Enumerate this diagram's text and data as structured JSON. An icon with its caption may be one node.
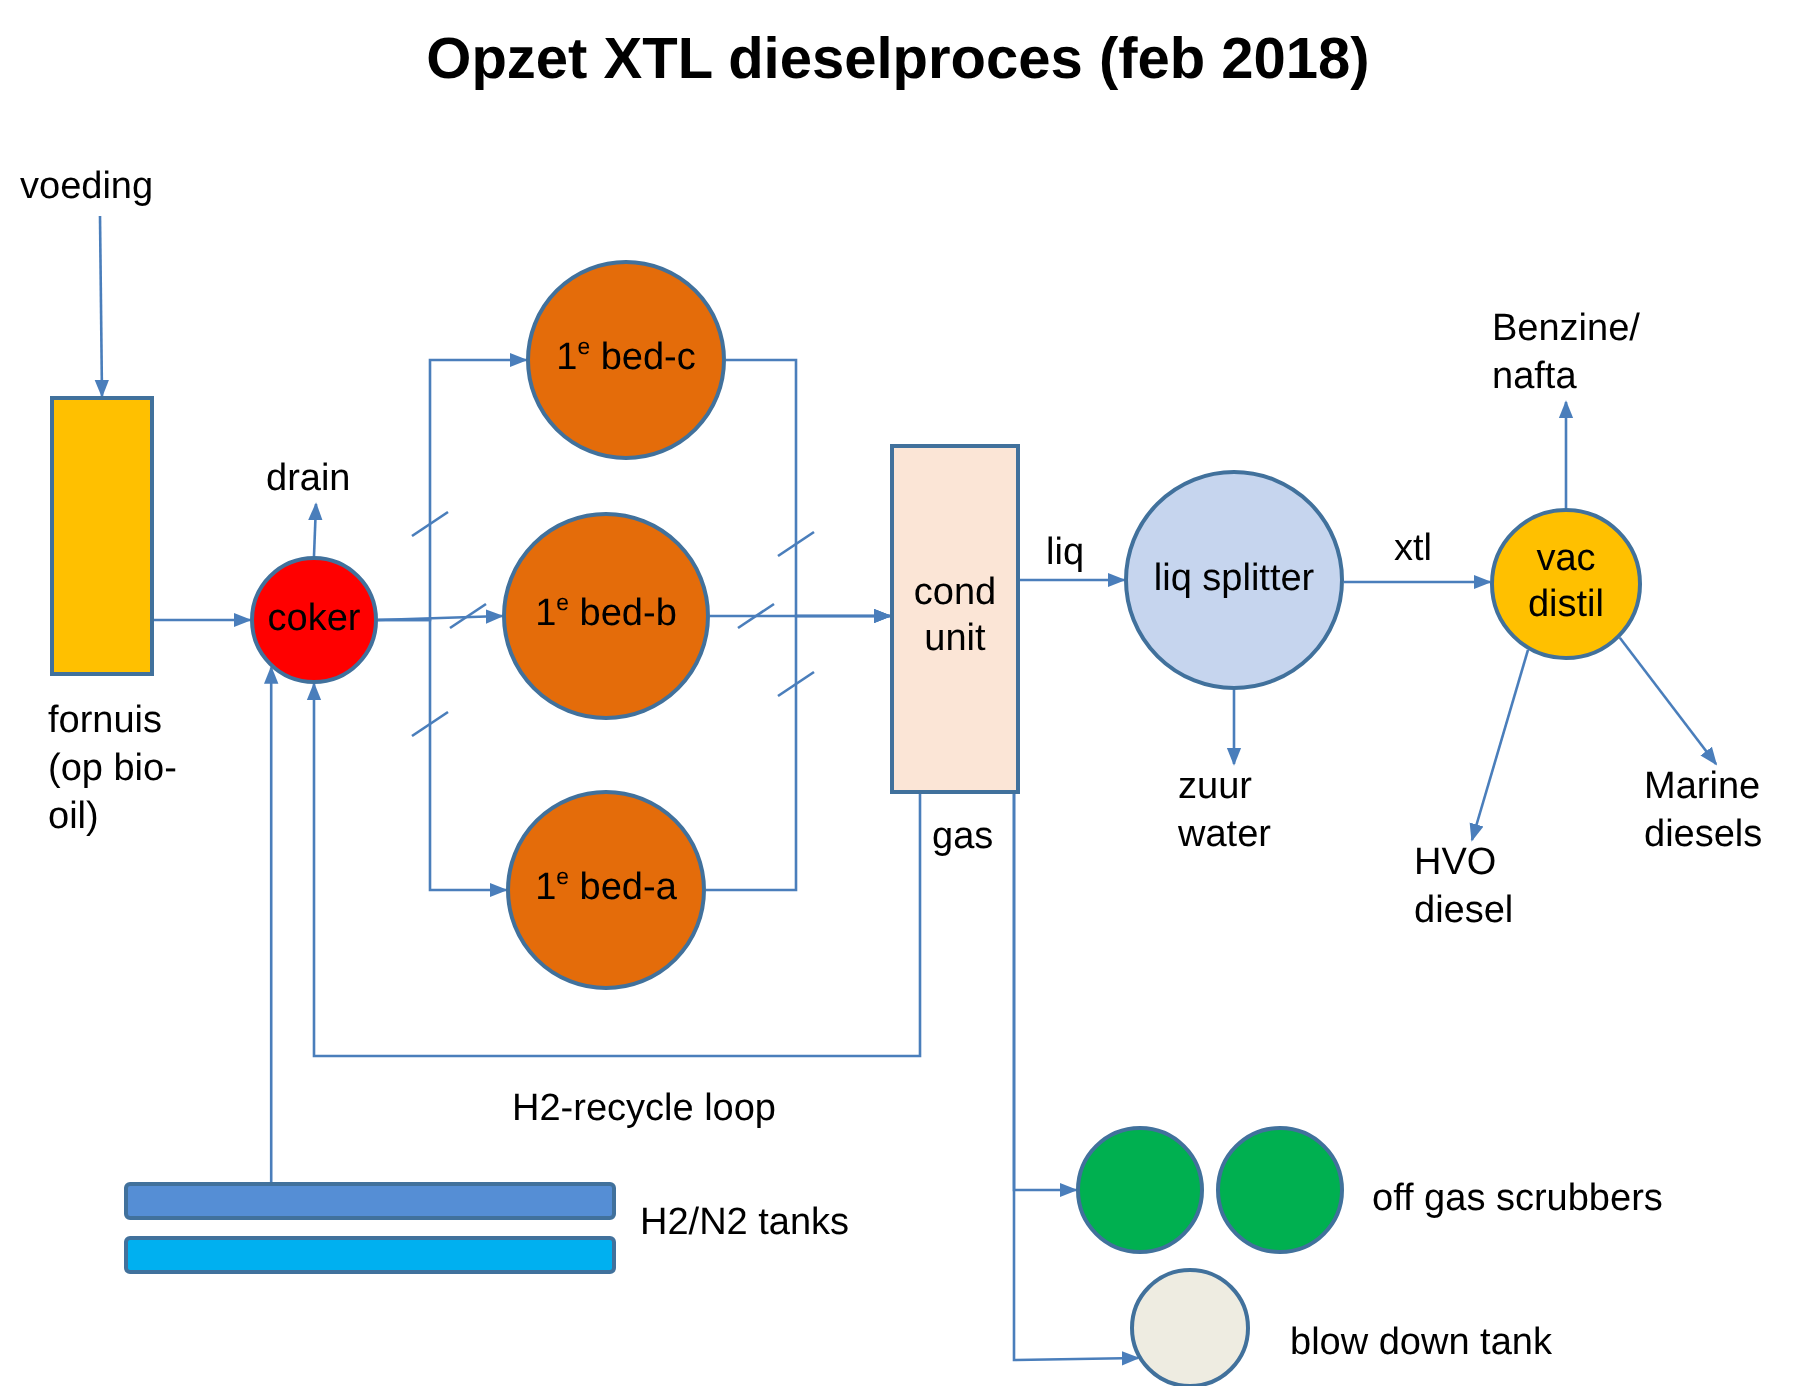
{
  "diagram": {
    "title": "Opzet XTL dieselproces (feb 2018)",
    "nodes": [
      {
        "text": [
          "voeding"
        ]
      },
      {
        "text": [],
        "shape": "box",
        "beside": [
          "fornuis (op bio-oil)"
        ]
      },
      {
        "text": [
          "coker"
        ]
      },
      {
        "text": [
          "drain"
        ]
      },
      {
        "text": [
          "1$^{e}$ bed-c"
        ]
      },
      {
        "text": [
          "1$^{e}$ bed-b"
        ]
      },
      {
        "text": [
          "1$^{e}$ bed-a"
        ]
      },
      {
        "text": [
          "cond unit"
        ]
      },
      {
        "text": [
          "liq splitter"
        ]
      },
      {
        "text": [
          "vac distil"
        ]
      },
      {
        "text": [
          "Benzine/ nafta"
        ]
      },
      {
        "text": [
          "zuur water"
        ]
      },
      {
        "text": [
          "HVO diesel"
        ]
      },
      {
        "text": [
          "Marine diesels"
        ]
      },
      {
        "text": [],
        "shape": "circle"
      },
      {
        "text": [],
        "shape": "circle",
        "beside": [
          "off gas scrubbers"
        ]
      },
      {
        "text": [],
        "shape": "circle",
        "beside": [
          "blow down tank"
        ]
      },
      {
        "text": [],
        "shape": "bar"
      },
      {
        "text": [],
        "shape": "bar"
      }
    ],
    "edges": [
      {
        "from": 0,
        "to": 1,
        "arrow": "to"
      },
      {
        "from": 1,
        "to": 2,
        "arrow": "to"
      },
      {
        "from": 2,
        "to": 3,
        "arrow": "to"
      },
      {
        "from": 2,
        "to": 4,
        "arrow": "to"
      },
      {
        "from": 2,
        "to": 5,
        "arrow": "to"
      },
      {
        "from": 2,
        "to": 6,
        "arrow": "to"
      },
      {
        "from": 4,
        "to": 7,
        "arrow": "to"
      },
      {
        "from": 5,
        "to": 7,
        "arrow": "to"
      },
      {
        "from": 6,
        "to": 7,
        "arrow": "to"
      },
      {
        "from": 7,
        "to": 8,
        "arrow": "to",
        "label": "liq"
      },
      {
        "from": 8,
        "to": 11,
        "arrow": "to"
      },
      {
        "from": 8,
        "to": 9,
        "arrow": "to",
        "label": "xtl"
      },
      {
        "from": 9,
        "to": 10,
        "arrow": "to"
      },
      {
        "from": 9,
        "to": 12,
        "arrow": "to"
      },
      {
        "from": 9,
        "to": 13,
        "arrow": "to"
      },
      {
        "from": 7,
        "to": 2,
        "arrow": "to",
        "label": "H2-recycle loop"
      },
      {
        "from": 17,
        "to": 2,
        "arrow": "to"
      },
      {
        "from": 7,
        "to": 14,
        "arrow": "to"
      },
      {
        "from": 7,
        "to": 16,
        "arrow": "to"
      }
    ],
    "labels": [
      "gas",
      "H2/N2 tanks"
    ]
  }
}
